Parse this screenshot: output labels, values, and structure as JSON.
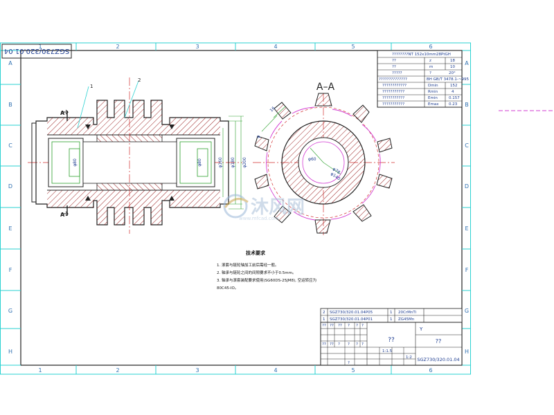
{
  "drawing": {
    "code_rotated": "SGZ730/320.01.04",
    "section_title": "A–A",
    "section_mark": "A",
    "balloons": [
      "1",
      "2"
    ],
    "grid_cols": [
      "1",
      "2",
      "3",
      "4",
      "5",
      "6"
    ],
    "grid_rows": [
      "A",
      "B",
      "C",
      "D",
      "E",
      "F",
      "G",
      "H"
    ],
    "watermark_text": "沐风网",
    "watermark_url": "www.mfcad.com"
  },
  "dims": {
    "front": [
      "φ80",
      "φ80",
      "φ160",
      "φ180",
      "φ200"
    ],
    "section": [
      "16",
      "φ",
      "φ140",
      "φ60",
      "φ78"
    ]
  },
  "gear_table": {
    "header": "????????NT 152x10mm28PtGH",
    "rows": [
      [
        "??",
        "z",
        "18"
      ],
      [
        "??",
        "m",
        "10"
      ],
      [
        "?????",
        "?",
        "20°"
      ],
      [
        "??????????????",
        "",
        "BH GB/T 3478.1-~995"
      ],
      [
        "????????????",
        "Dmin",
        "152"
      ],
      [
        "???????????",
        "Rmin",
        "4"
      ],
      [
        "???????????",
        "Emin",
        "0.157"
      ],
      [
        "???????????",
        "Emax",
        "0.23"
      ]
    ]
  },
  "tech_req": {
    "title": "技术要求",
    "items": [
      "1. 滚套与链轮轴加工前后需经一般。",
      "2. 轴承与链轮之间的间隙要求不小于0.5mm。",
      "3. 轴承与滚套装配要求使用(SG60DS-25JM8), 空运转应为",
      "   80C45-IO。"
    ]
  },
  "parts": [
    {
      "no": "2",
      "code": "SGZ730/320.01.04P05",
      "qty": "1",
      "material": "20CrMnTi"
    },
    {
      "no": "1",
      "code": "SGZ730/320.01.04P01",
      "qty": "1",
      "material": "ZG45Mn"
    }
  ],
  "title_block": {
    "header_cells": [
      "??",
      "??",
      "??",
      "?",
      "?",
      "?",
      "??",
      "??",
      "?",
      "?",
      "?",
      "?"
    ],
    "name": "??",
    "scale_label": "Y",
    "company": "??",
    "code": "SGZ730/320.01.04",
    "marks": [
      "1:1.5",
      "1:2",
      "?"
    ]
  }
}
